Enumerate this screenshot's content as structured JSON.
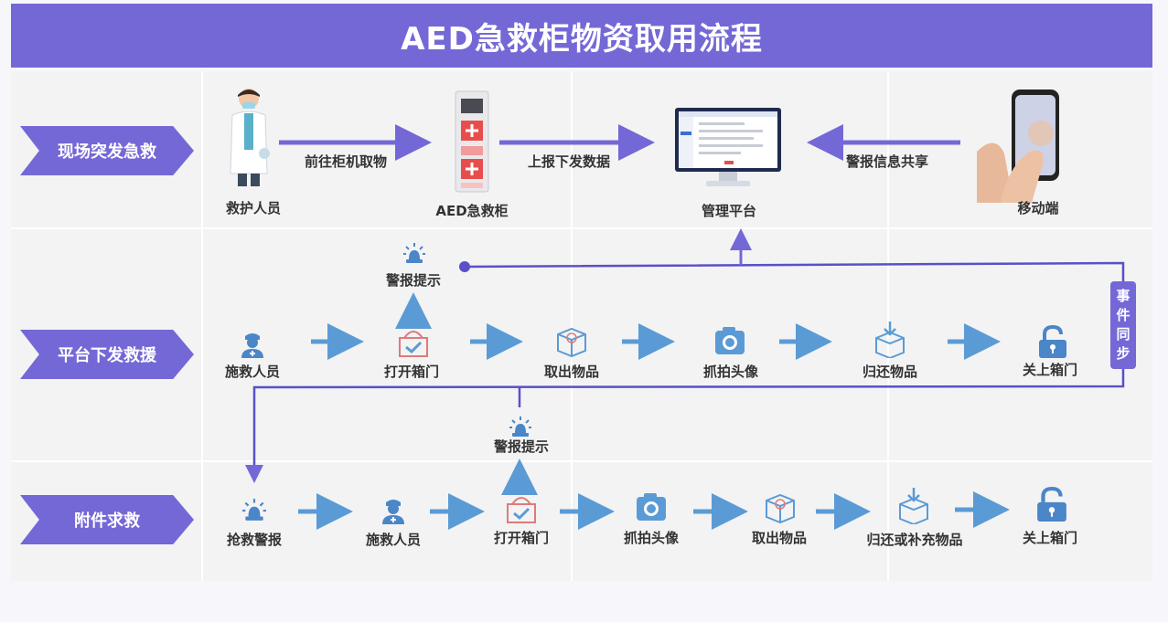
{
  "title": "AED急救柜物资取用流程",
  "rows": [
    {
      "label": "现场突发急救"
    },
    {
      "label": "平台下发救援"
    },
    {
      "label": "附件求救"
    }
  ],
  "row1": {
    "nodes": [
      "救护人员",
      "AED急救柜",
      "管理平台",
      "移动端"
    ],
    "edges": [
      "前往柜机取物",
      "上报下发数据",
      "警报信息共享"
    ]
  },
  "row2": {
    "nodes": [
      "施救人员",
      "打开箱门",
      "取出物品",
      "抓拍头像",
      "归还物品",
      "关上箱门"
    ],
    "alarm": "警报提示"
  },
  "row3": {
    "nodes": [
      "抢救警报",
      "施救人员",
      "打开箱门",
      "抓拍头像",
      "取出物品",
      "归还或补充物品",
      "关上箱门"
    ],
    "alarm": "警报提示"
  },
  "sync_label": [
    "事",
    "件",
    "同",
    "步"
  ],
  "colors": {
    "purple": "#7468d6",
    "blue": "#5b9bd5",
    "line": "#5a50c8"
  }
}
